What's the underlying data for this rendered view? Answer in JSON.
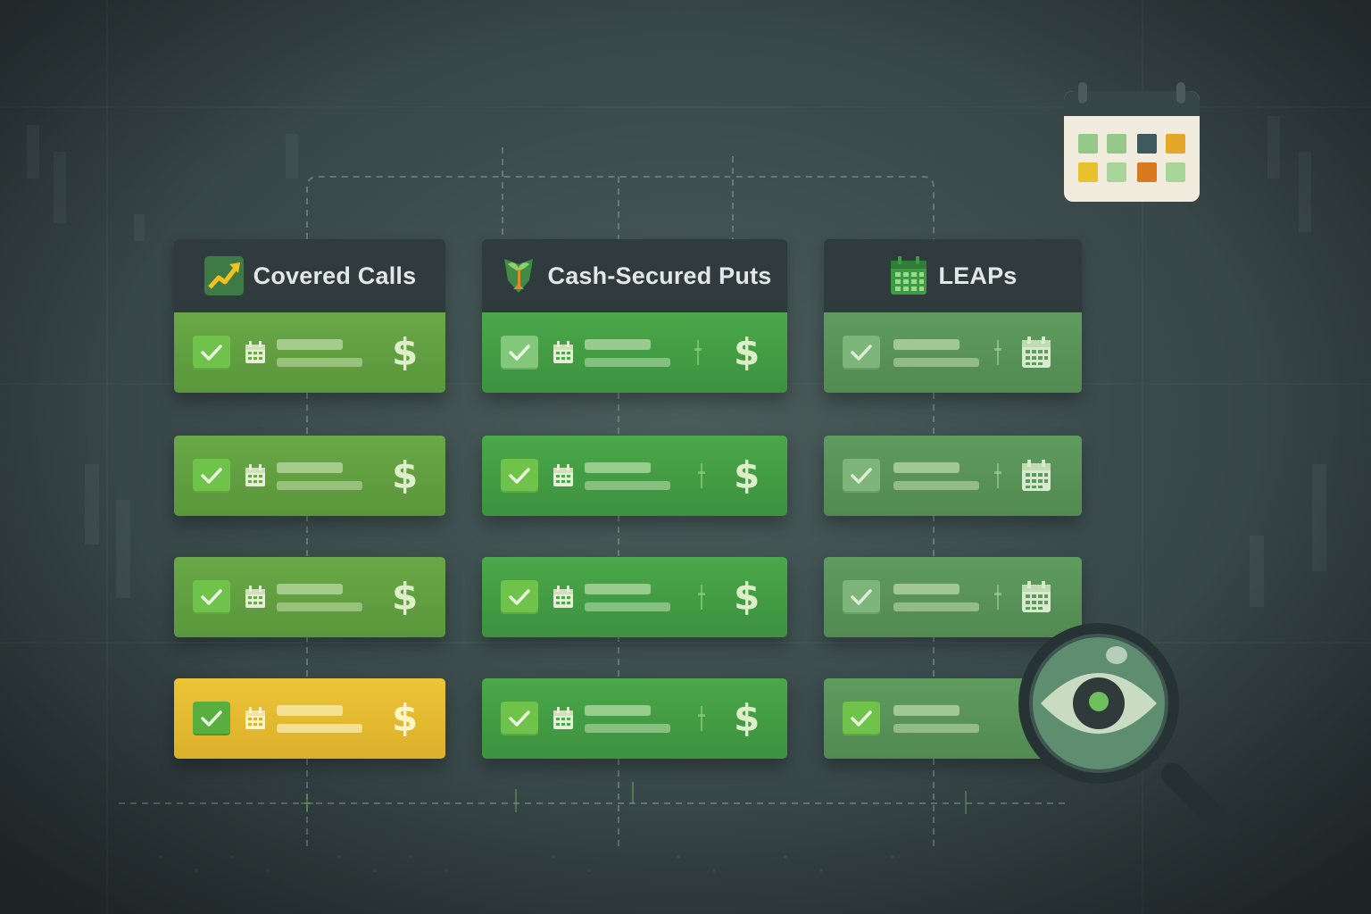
{
  "columns": [
    {
      "title": "Covered Calls",
      "icon": "trending-up-icon",
      "cards": [
        {
          "color": "#6aa847",
          "value_icon": "dollar-icon"
        },
        {
          "color": "#6aa847",
          "value_icon": "dollar-icon"
        },
        {
          "color": "#6aa847",
          "value_icon": "dollar-icon"
        },
        {
          "color": "#ecc437",
          "value_icon": "dollar-icon",
          "highlight": true
        }
      ]
    },
    {
      "title": "Cash-Secured Puts",
      "icon": "sprout-shield-icon",
      "cards": [
        {
          "color": "#4aa84a",
          "value_icon": "dollar-icon"
        },
        {
          "color": "#4aa84a",
          "value_icon": "dollar-icon"
        },
        {
          "color": "#4aa84a",
          "value_icon": "dollar-icon"
        },
        {
          "color": "#4aa84a",
          "value_icon": "dollar-icon"
        }
      ]
    },
    {
      "title": "LEAPs",
      "icon": "calendar-icon",
      "cards": [
        {
          "color": "#5f9b5e",
          "value_icon": "calendar-icon"
        },
        {
          "color": "#5f9b5e",
          "value_icon": "calendar-icon"
        },
        {
          "color": "#5f9b5e",
          "value_icon": "calendar-icon"
        },
        {
          "color": "#5f9b5e",
          "value_icon": "none"
        }
      ]
    }
  ],
  "symbols": {
    "dollar": "$"
  },
  "decor": {
    "calendar_badge": "calendar-icon",
    "magnifier": "magnifier-eye-icon"
  }
}
